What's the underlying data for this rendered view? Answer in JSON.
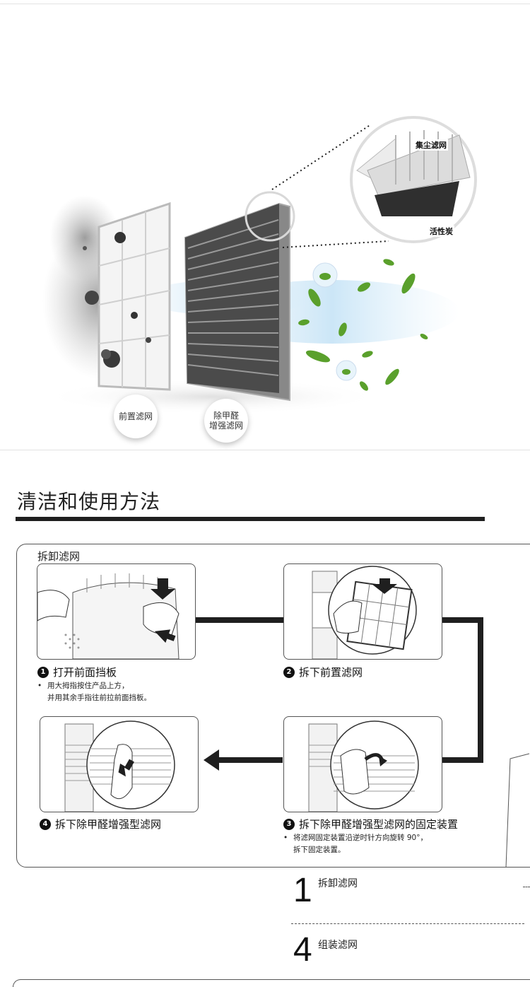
{
  "hero": {
    "pre_filter_label": "前置滤网",
    "formaldehyde_filter_label_line1": "除甲醛",
    "formaldehyde_filter_label_line2": "增强滤网",
    "dust_callout": "集尘滤网",
    "carbon_callout": "活性炭"
  },
  "section": {
    "title": "清洁和使用方法"
  },
  "removal": {
    "title": "拆卸滤网",
    "steps": [
      {
        "num": "1",
        "title": "打开前面挡板",
        "notes": [
          "用大拇指按住产品上方，",
          "并用其余手指往前拉前面挡板。"
        ]
      },
      {
        "num": "2",
        "title": "拆下前置滤网",
        "notes": []
      },
      {
        "num": "3",
        "title": "拆下除甲醛增强型滤网的固定装置",
        "notes": [
          "将滤网固定装置沿逆时针方向旋转 90°，",
          "拆下固定装置。"
        ]
      },
      {
        "num": "4",
        "title": "拆下除甲醛增强型滤网",
        "notes": []
      }
    ]
  },
  "stepper": {
    "items": [
      {
        "num": "1",
        "label": "拆卸滤网"
      },
      {
        "num": "4",
        "label": "组装滤网"
      }
    ]
  },
  "colors": {
    "accent": "#1f1f1f",
    "leaf": "#5aa02c",
    "filter_dark": "#3c3c3c"
  }
}
